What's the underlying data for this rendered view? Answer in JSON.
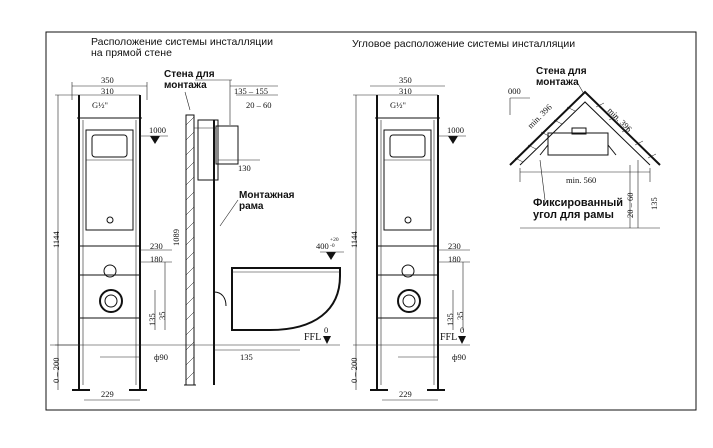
{
  "headings": {
    "straight": "Расположение системы инсталляции\nна прямой стене",
    "corner": "Угловое расположение системы инсталляции"
  },
  "labels": {
    "wall": "Стена для\nмонтажа",
    "frame": "Монтажная\nрама",
    "wall_corner": "Стена для\nмонтажа",
    "fixed_corner": "Фиксированный\nугол для рамы"
  },
  "dims": {
    "d350": "350",
    "d310": "310",
    "g12": "G½\"",
    "d1000": "1000",
    "d1144": "1144",
    "d1089": "1089",
    "d135_155": "135 – 155",
    "d20_60": "20 – 60",
    "d130": "130",
    "d230": "230",
    "d180": "180",
    "d135": "135",
    "d35": "35",
    "d90": "ф90",
    "d0_200": "0 – 200",
    "d229": "229",
    "d400": "400",
    "d400_tol": "+20\n-0",
    "ffl": "FFL",
    "zero": "0",
    "d000": "000",
    "min396a": "min. 396",
    "min396b": "min. 396",
    "min560": "min. 560",
    "c20_60": "20 – 60",
    "c135": "135",
    "r350": "350",
    "r310": "310",
    "rg12": "G½\"",
    "r1000": "1000",
    "r1144": "1144",
    "r230": "230",
    "r180": "180",
    "r135": "135",
    "r35": "35",
    "r90": "ф90",
    "r0_200": "0 – 200",
    "r229": "229",
    "rffl": "FFL",
    "rzero": "0"
  },
  "colors": {
    "line": "#111111",
    "background": "#ffffff"
  }
}
